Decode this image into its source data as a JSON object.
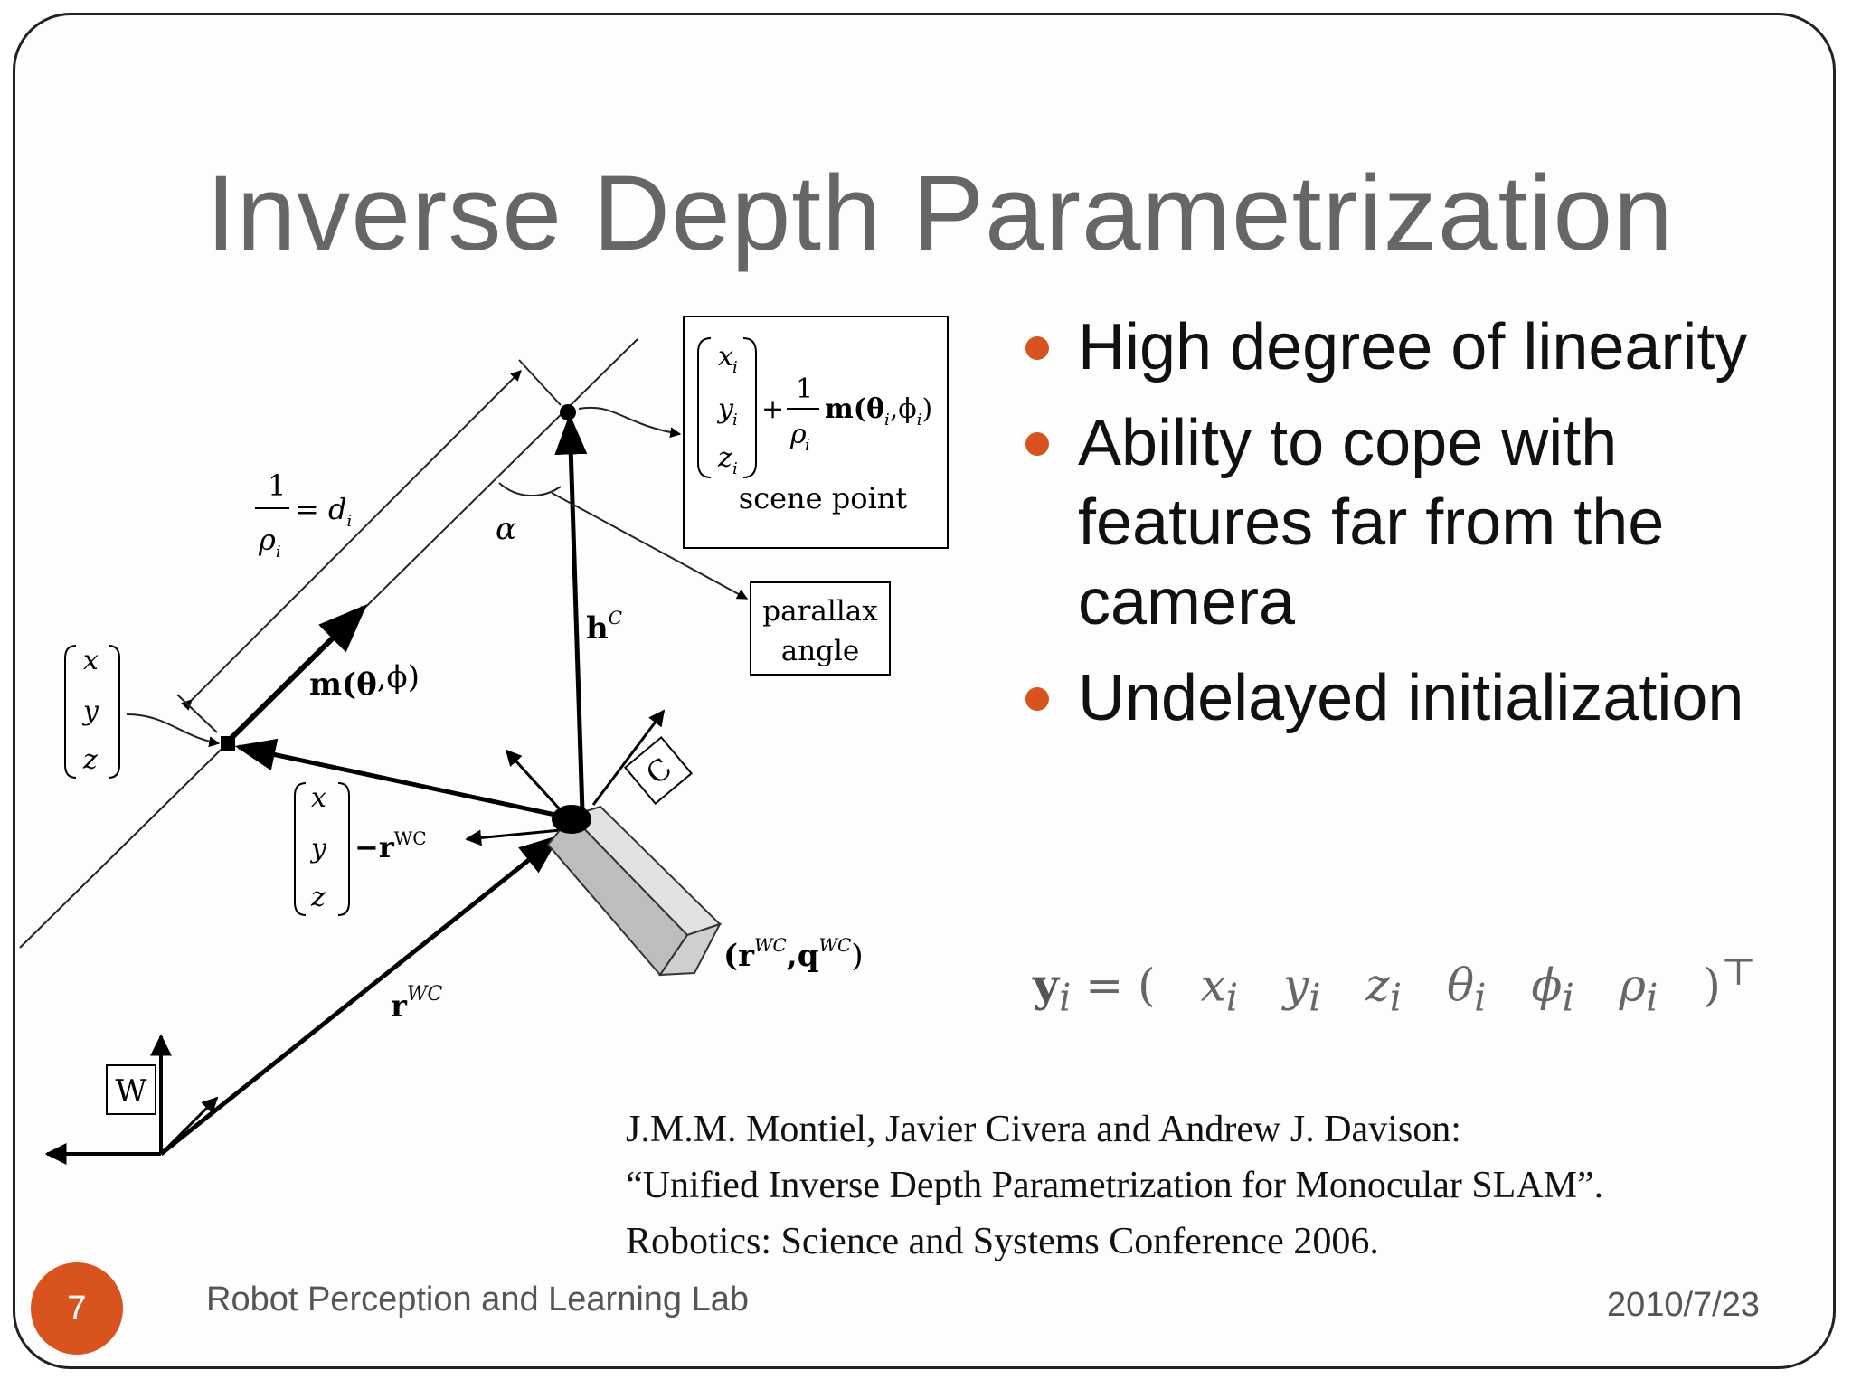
{
  "slide": {
    "title": "Inverse Depth Parametrization",
    "bullets": [
      "High degree of linearity",
      "Ability to cope with features far from the camera",
      "Undelayed initialization"
    ],
    "formula": {
      "lhs": "y",
      "lhs_sub": "i",
      "equals": "= (",
      "terms": [
        {
          "base": "x",
          "sub": "i"
        },
        {
          "base": "y",
          "sub": "i"
        },
        {
          "base": "z",
          "sub": "i"
        },
        {
          "base": "θ",
          "sub": "i"
        },
        {
          "base": "ϕ",
          "sub": "i"
        },
        {
          "base": "ρ",
          "sub": "i"
        }
      ],
      "close": ")",
      "superscript": "⊤"
    },
    "citation": [
      "J.M.M. Montiel, Javier Civera and  Andrew J. Davison:",
      "“Unified Inverse Depth Parametrization for Monocular SLAM”.",
      "Robotics: Science and Systems Conference 2006."
    ],
    "page_number": "7",
    "footer_left": "Robot Perception and Learning Lab",
    "footer_right": "2010/7/23",
    "accent_color": "#d9531e"
  },
  "diagram": {
    "scene_point_label": "scene point",
    "parallax_label_line1": "parallax",
    "parallax_label_line2": "angle",
    "scene_point_expr": {
      "vector": [
        "x",
        "y",
        "z"
      ],
      "sub": "i",
      "plus": "+",
      "frac_num": "1",
      "frac_den": "ρ",
      "direction": "m(θ",
      "direction_mid": ",ϕ",
      "direction_close": ")"
    },
    "depth_label": {
      "num": "1",
      "den": "ρ",
      "sub": "i",
      "rhs": "= d",
      "rhs_sub": "i"
    },
    "alpha_label": "α",
    "hc_label": "h",
    "hc_sup": "C",
    "m_label": "m(θ",
    "m_label_mid": ",ϕ",
    "m_label_close": ")",
    "left_vector": [
      "x",
      "y",
      "z"
    ],
    "mid_vector": [
      "x",
      "y",
      "z"
    ],
    "minus_rwc": "−r",
    "rwc_sup": "WC",
    "rwc_label": "r",
    "camera_pose": "(r",
    "camera_pose_sup1": "WC",
    "camera_pose_mid": ",q",
    "camera_pose_sup2": "WC",
    "camera_pose_close": ")",
    "camera_frame_label": "C",
    "world_frame_label": "W"
  }
}
